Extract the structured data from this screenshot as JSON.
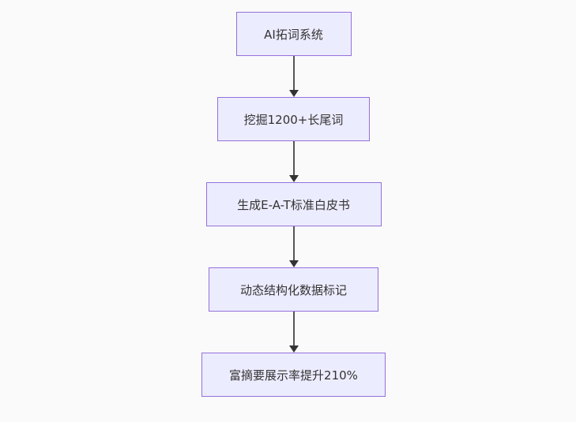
{
  "diagram": {
    "type": "flowchart",
    "direction": "top-down",
    "nodes": [
      {
        "id": "node-1",
        "label": "AI拓词系统"
      },
      {
        "id": "node-2",
        "label": "挖掘1200+长尾词"
      },
      {
        "id": "node-3",
        "label": "生成E-A-T标准白皮书"
      },
      {
        "id": "node-4",
        "label": "动态结构化数据标记"
      },
      {
        "id": "node-5",
        "label": "富摘要展示率提升210%"
      }
    ],
    "edges": [
      {
        "from": "node-1",
        "to": "node-2"
      },
      {
        "from": "node-2",
        "to": "node-3"
      },
      {
        "from": "node-3",
        "to": "node-4"
      },
      {
        "from": "node-4",
        "to": "node-5"
      }
    ],
    "colors": {
      "background": "#fafafa",
      "node_fill": "#ECECFF",
      "node_border": "#9370DB",
      "node_text": "#333333",
      "arrow": "#333333"
    }
  }
}
